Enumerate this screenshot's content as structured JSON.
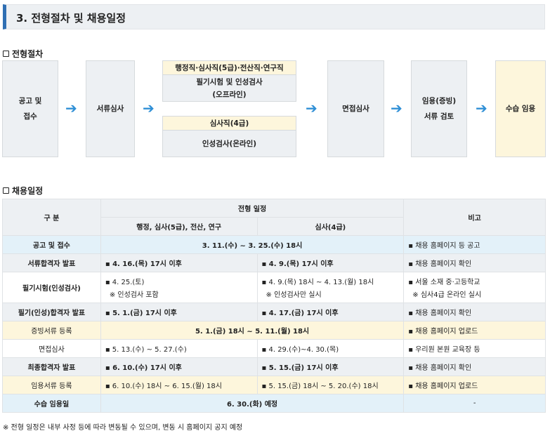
{
  "header": {
    "title": "3. 전형절차 및 채용일정"
  },
  "process": {
    "section_title": "전형절차",
    "steps": [
      "공고 및\n접수",
      "서류심사",
      "면접심사",
      "임용(증빙)\n서류 검토",
      "수습 임용"
    ],
    "branch_a": {
      "label": "행정직·심사직(5급)·전산직·연구직",
      "body": "필기시험 및 인성검사\n(오프라인)"
    },
    "branch_b": {
      "label": "심사직(4급)",
      "body": "인성검사(온라인)"
    },
    "arrow": "➔"
  },
  "schedule": {
    "section_title": "채용일정",
    "headers": {
      "category": "구 분",
      "schedule": "전형 일정",
      "group_a": "행정, 심사(5급), 전산, 연구",
      "group_b": "심사(4급)",
      "note": "비고"
    },
    "rows": [
      {
        "name": "공고 및 접수",
        "merged": "3. 11.(수) ~ 3. 25.(수) 18시",
        "note": "▪ 채용 홈페이지 등 공고"
      },
      {
        "name": "서류합격자 발표",
        "a": "▪ 4. 16.(목) 17시 이후",
        "b": "▪ 4. 9.(목) 17시 이후",
        "note": "▪ 채용 홈페이지 확인"
      },
      {
        "name": "필기시험(인성검사)",
        "a": "▪ 4. 25.(토)",
        "a2": "※ 인성검사 포함",
        "b": "▪ 4. 9.(목) 18시 ~ 4. 13.(월) 18시",
        "b2": "※ 인성검사만 실시",
        "note": "▪ 서울 소재 중·고등학교",
        "note2": "※ 심사4급 온라인 실시"
      },
      {
        "name": "필기(인성)합격자 발표",
        "a": "▪ 5. 1.(금) 17시 이후",
        "b": "▪ 4. 17.(금) 17시 이후",
        "note": "▪ 채용 홈페이지 확인"
      },
      {
        "name": "증빙서류 등록",
        "merged": "5. 1.(금) 18시 ~ 5. 11.(월) 18시",
        "note": "▪ 채용 홈페이지 업로드"
      },
      {
        "name": "면접심사",
        "a": "▪ 5. 13.(수) ~ 5. 27.(수)",
        "b": "▪ 4. 29.(수)~4. 30.(목)",
        "note": "▪ 우리원 본원 교육장 등"
      },
      {
        "name": "최종합격자 발표",
        "a": "▪ 6. 10.(수) 17시 이후",
        "b": "▪ 5. 15.(금) 17시 이후",
        "note": "▪ 채용 홈페이지 확인"
      },
      {
        "name": "임용서류 등록",
        "a": "▪ 6. 10.(수) 18시 ~ 6. 15.(월) 18시",
        "b": "▪ 5. 15.(금) 18시 ~ 5. 20.(수) 18시",
        "note": "▪ 채용 홈페이지 업로드"
      },
      {
        "name": "수습 임용일",
        "merged": "6. 30.(화) 예정",
        "note": "-"
      }
    ]
  },
  "footnote": "※ 전형 일정은 내부 사정 등에 따라 변동될 수 있으며, 변동 시 홈페이지 공지 예정"
}
